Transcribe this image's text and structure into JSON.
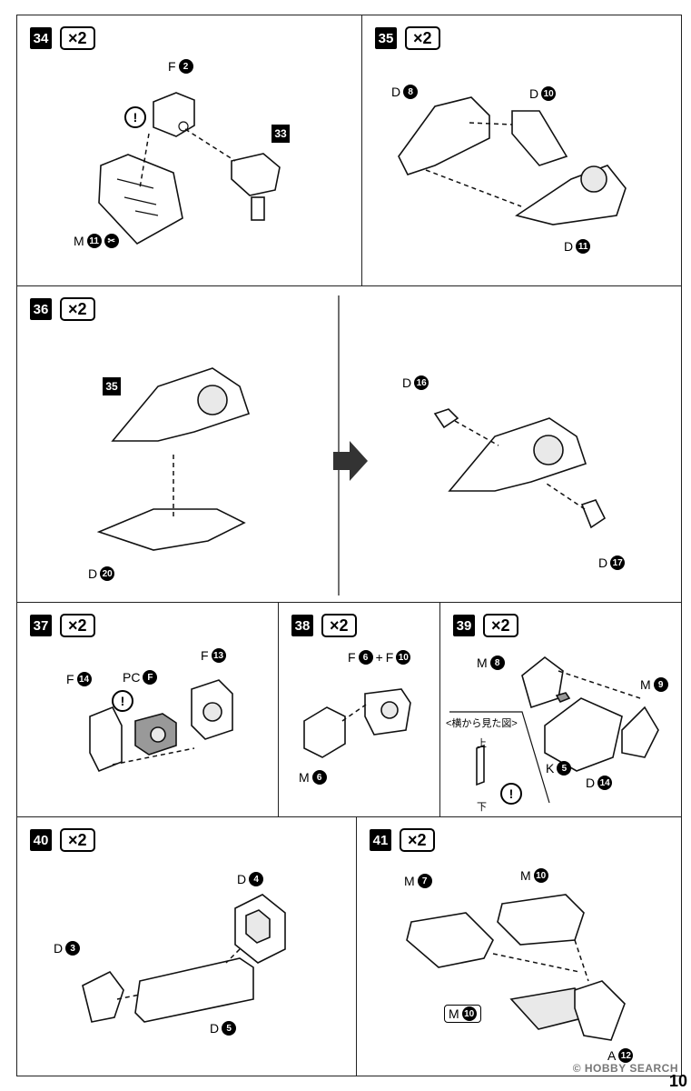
{
  "page_number": "10",
  "watermark": "© HOBBY SEARCH",
  "steps": {
    "s34": {
      "num": "34",
      "mult": "×2",
      "labels": {
        "f2": "F",
        "f2n": "2",
        "m11": "M",
        "m11n": "11",
        "ref33": "33"
      }
    },
    "s35": {
      "num": "35",
      "mult": "×2",
      "labels": {
        "d8": "D",
        "d8n": "8",
        "d10": "D",
        "d10n": "10",
        "d11": "D",
        "d11n": "11"
      }
    },
    "s36": {
      "num": "36",
      "mult": "×2",
      "labels": {
        "ref35": "35",
        "d20": "D",
        "d20n": "20",
        "d16": "D",
        "d16n": "16",
        "d17": "D",
        "d17n": "17"
      }
    },
    "s37": {
      "num": "37",
      "mult": "×2",
      "labels": {
        "f14": "F",
        "f14n": "14",
        "pcf": "PC",
        "pcfn": "F",
        "f13": "F",
        "f13n": "13"
      }
    },
    "s38": {
      "num": "38",
      "mult": "×2",
      "labels": {
        "f6": "F",
        "f6n": "6",
        "plus": "+",
        "f10": "F",
        "f10n": "10",
        "m6": "M",
        "m6n": "6"
      }
    },
    "s39": {
      "num": "39",
      "mult": "×2",
      "labels": {
        "m8": "M",
        "m8n": "8",
        "m9": "M",
        "m9n": "9",
        "k5": "K",
        "k5n": "5",
        "d14": "D",
        "d14n": "14",
        "side_view": "<横から見た図>",
        "top": "上",
        "bottom": "下"
      }
    },
    "s40": {
      "num": "40",
      "mult": "×2",
      "labels": {
        "d4": "D",
        "d4n": "4",
        "d3": "D",
        "d3n": "3",
        "d5": "D",
        "d5n": "5"
      }
    },
    "s41": {
      "num": "41",
      "mult": "×2",
      "labels": {
        "m7": "M",
        "m7n": "7",
        "m10a": "M",
        "m10an": "10",
        "m10b": "M",
        "m10bn": "10",
        "a12": "A",
        "a12n": "12"
      }
    }
  },
  "icons": [
    "caution-icon",
    "arrow-right-icon",
    "nipper-icon"
  ]
}
